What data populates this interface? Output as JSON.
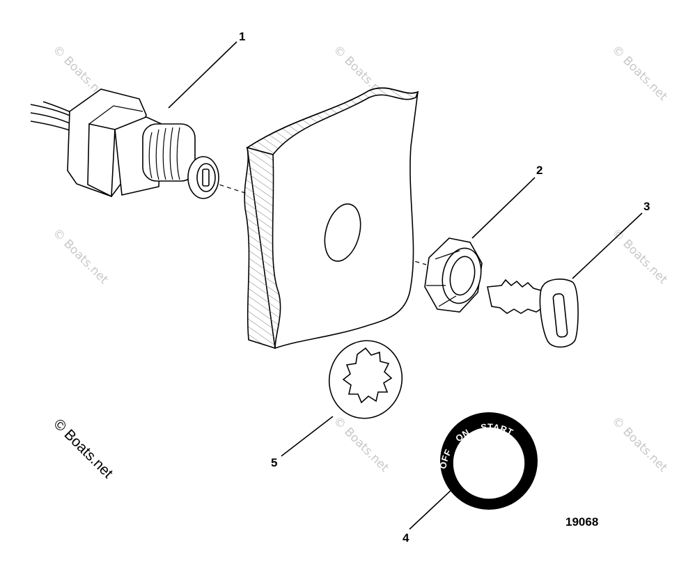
{
  "callouts": {
    "c1": "1",
    "c2": "2",
    "c3": "3",
    "c4": "4",
    "c5": "5"
  },
  "bezel_labels": {
    "off": "OFF",
    "on": "ON",
    "start": "START"
  },
  "figure_number": "19068",
  "copyright": "© Boats.net",
  "watermark": "© Boats.net"
}
